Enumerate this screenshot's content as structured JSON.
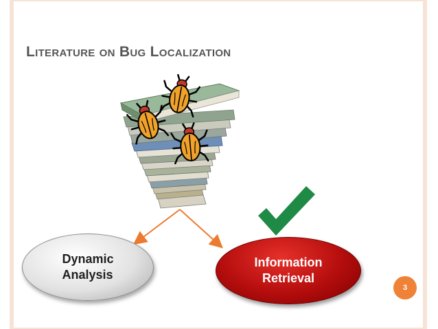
{
  "slide": {
    "title": "Literature on Bug Localization",
    "page_number": "3"
  },
  "nodes": {
    "left": {
      "label": "Dynamic\nAnalysis"
    },
    "right": {
      "label": "Information\nRetrieval"
    }
  },
  "icons": {
    "books": "stack-of-books-icon",
    "bug": "bug-icon",
    "check": "checkmark-icon"
  },
  "colors": {
    "accent": "#f08237",
    "check": "#1f8a45",
    "ir_fill": "#b40d0d",
    "bug_fill": "#f0a22a"
  }
}
